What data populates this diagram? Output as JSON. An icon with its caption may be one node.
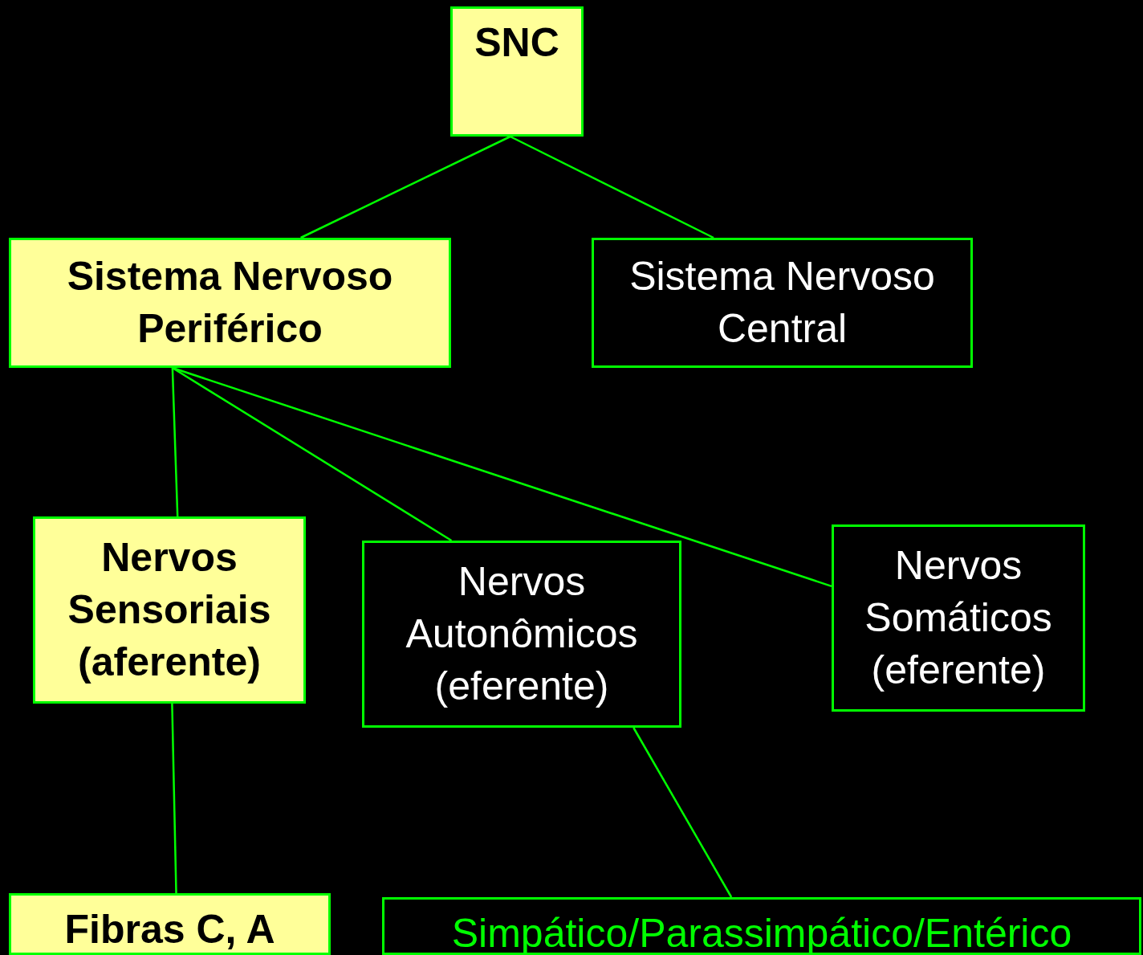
{
  "diagram": {
    "nodes": [
      {
        "text": [
          "SNC"
        ]
      },
      {
        "text": [
          "Sistema Nervoso Periférico"
        ]
      },
      {
        "text": [
          "Sistema Nervoso Central"
        ]
      },
      {
        "text": [
          "Nervos Sensoriais (aferente)"
        ]
      },
      {
        "text": [
          "Nervos Autonômicos (eferente)"
        ]
      },
      {
        "text": [
          "Nervos Somáticos (eferente)"
        ]
      },
      {
        "text": [
          "Fibras C, A"
        ]
      },
      {
        "text": [
          "Simpático/Parassimpático/Entérico"
        ]
      }
    ],
    "edges": [
      {
        "from": 0,
        "to": 1,
        "arrow": "none"
      },
      {
        "from": 0,
        "to": 2,
        "arrow": "none"
      },
      {
        "from": 1,
        "to": 3,
        "arrow": "none"
      },
      {
        "from": 1,
        "to": 4,
        "arrow": "none"
      },
      {
        "from": 1,
        "to": 5,
        "arrow": "none"
      },
      {
        "from": 3,
        "to": 6,
        "arrow": "none"
      },
      {
        "from": 4,
        "to": 7,
        "arrow": "none"
      }
    ]
  }
}
